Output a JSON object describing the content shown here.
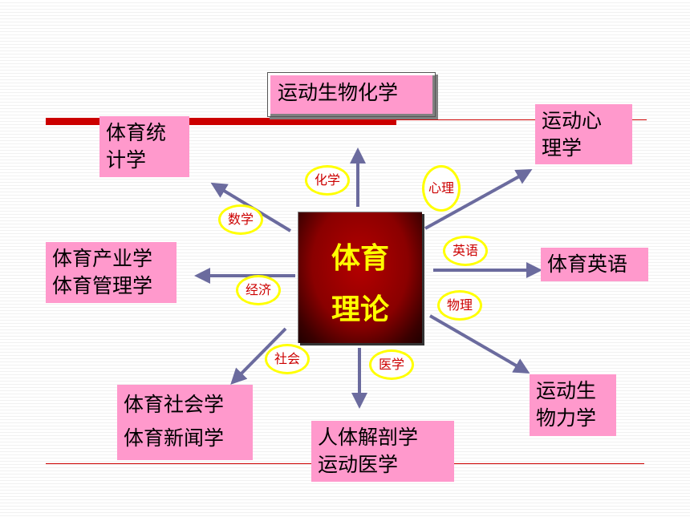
{
  "center": {
    "line1": "体育",
    "line2": "理论"
  },
  "top_box": "运动生物化学",
  "boxes": {
    "stats": [
      "体育统",
      "计学"
    ],
    "psych": [
      "运动心",
      "理学"
    ],
    "industry": [
      "体育产业学",
      "体育管理学"
    ],
    "english": "体育英语",
    "sociology": [
      "体育社会学",
      "体育新闻学"
    ],
    "anatomy": [
      "人体解剖学",
      "运动医学"
    ],
    "mechanics": [
      "运动生",
      "物力学"
    ]
  },
  "ovals": {
    "chemistry": "化学",
    "psychology": "心理",
    "math": "数学",
    "english": "英语",
    "economics": "经济",
    "physics": "物理",
    "society": "社会",
    "medicine": "医学"
  },
  "colors": {
    "box_fill": "#ff99cc",
    "center_fill": "#8a0000",
    "center_text": "#ffff00",
    "oval_border": "#ffff00",
    "oval_text": "#cc0000",
    "arrow": "#6b6b9e",
    "accent_bar": "#cc0000"
  }
}
